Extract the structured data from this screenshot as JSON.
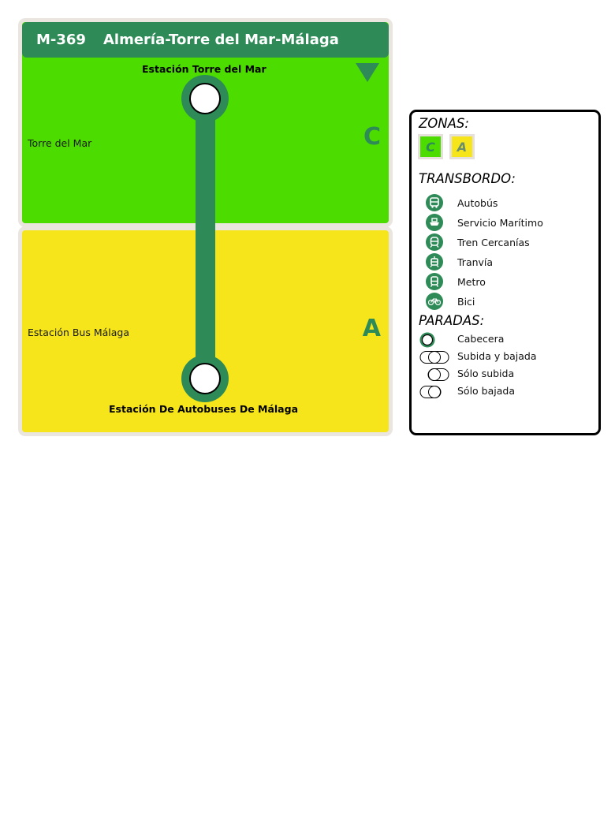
{
  "route": {
    "code": "M-369",
    "name": "Almería-Torre del Mar-Málaga",
    "line_color": "#2e8b57"
  },
  "zones": [
    {
      "letter": "C",
      "locality": "Torre del Mar",
      "color": "#4cdc00"
    },
    {
      "letter": "A",
      "locality": "Estación Bus Málaga",
      "color": "#f5e51a"
    }
  ],
  "stops": [
    {
      "name": "Estación Torre del Mar",
      "type": "Cabecera"
    },
    {
      "name": "Estación De Autobuses De Málaga",
      "type": "Cabecera"
    }
  ],
  "direction_icon": "triangle-down-icon",
  "legend": {
    "zones_title": "ZONAS:",
    "zones": [
      "C",
      "A"
    ],
    "transfer_title": "TRANSBORDO:",
    "transfers": [
      {
        "label": "Autobús",
        "icon": "bus-icon"
      },
      {
        "label": "Servicio Marítimo",
        "icon": "ship-icon"
      },
      {
        "label": "Tren Cercanías",
        "icon": "train-icon"
      },
      {
        "label": "Tranvía",
        "icon": "tram-icon"
      },
      {
        "label": "Metro",
        "icon": "metro-icon"
      },
      {
        "label": "Bici",
        "icon": "bike-icon"
      }
    ],
    "stops_title": "PARADAS:",
    "stop_types": [
      {
        "label": "Cabecera"
      },
      {
        "label": "Subida y bajada"
      },
      {
        "label": "Sólo subida"
      },
      {
        "label": "Sólo bajada"
      }
    ]
  }
}
